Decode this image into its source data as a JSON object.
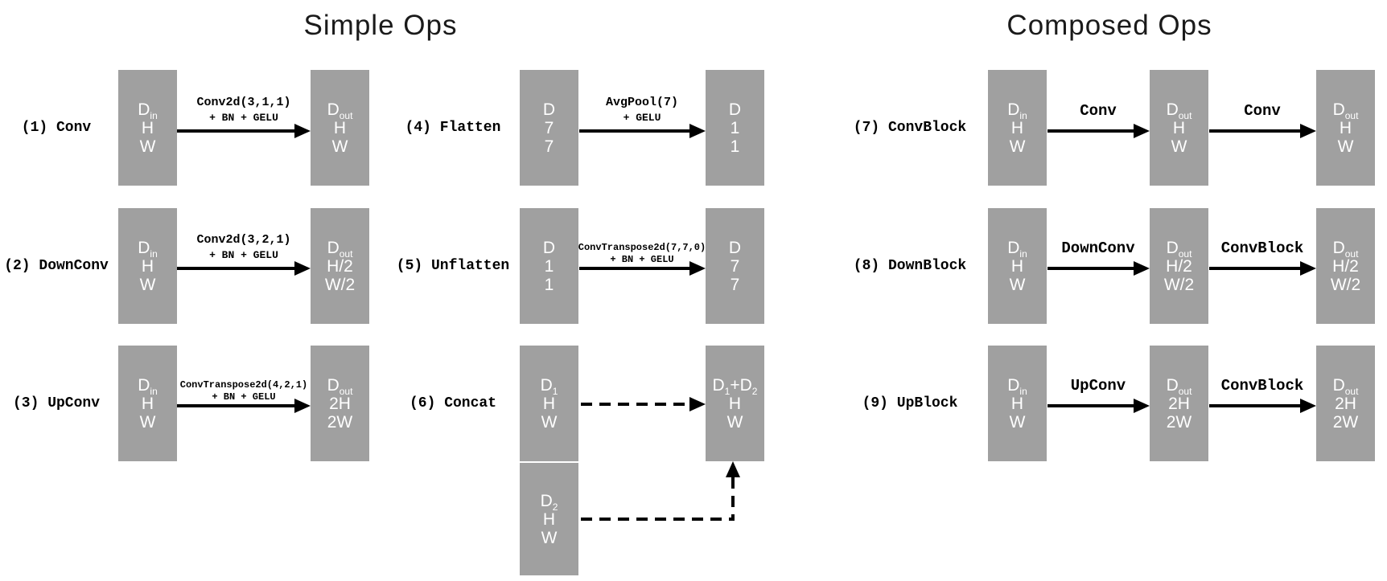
{
  "titles": {
    "simple": "Simple Ops",
    "composed": "Composed Ops"
  },
  "colors": {
    "box_fill": "#a0a0a0",
    "box_text": "#ffffff",
    "arrow": "#000000",
    "label_text": "#000000",
    "background": "#ffffff"
  },
  "ops": [
    {
      "label": "(1) Conv",
      "in": {
        "d": "D",
        "sub": "in",
        "h": "H",
        "w": "W"
      },
      "arrow": {
        "l1": "Conv2d(3,1,1)",
        "l2": "+ BN + GELU"
      },
      "out": {
        "d": "D",
        "sub": "out",
        "h": "H",
        "w": "W"
      }
    },
    {
      "label": "(2) DownConv",
      "in": {
        "d": "D",
        "sub": "in",
        "h": "H",
        "w": "W"
      },
      "arrow": {
        "l1": "Conv2d(3,2,1)",
        "l2": "+ BN + GELU"
      },
      "out": {
        "d": "D",
        "sub": "out",
        "h": "H/2",
        "w": "W/2"
      }
    },
    {
      "label": "(3) UpConv",
      "in": {
        "d": "D",
        "sub": "in",
        "h": "H",
        "w": "W"
      },
      "arrow": {
        "l1": "ConvTranspose2d(4,2,1)",
        "l2": "+ BN + GELU"
      },
      "out": {
        "d": "D",
        "sub": "out",
        "h": "2H",
        "w": "2W"
      }
    },
    {
      "label": "(4) Flatten",
      "in": {
        "d": "D",
        "h": "7",
        "w": "7"
      },
      "arrow": {
        "l1": "AvgPool(7)",
        "l2": "+ GELU"
      },
      "out": {
        "d": "D",
        "h": "1",
        "w": "1"
      }
    },
    {
      "label": "(5) Unflatten",
      "in": {
        "d": "D",
        "h": "1",
        "w": "1"
      },
      "arrow": {
        "l1": "ConvTranspose2d(7,7,0)",
        "l2": "+ BN + GELU"
      },
      "out": {
        "d": "D",
        "h": "7",
        "w": "7"
      }
    },
    {
      "label": "(6) Concat",
      "in1": {
        "d": "D",
        "sub": "1",
        "h": "H",
        "w": "W"
      },
      "in2": {
        "d": "D",
        "sub": "2",
        "h": "H",
        "w": "W"
      },
      "out": {
        "d": "D",
        "sub": "1",
        "d2": "+D",
        "sub2": "2",
        "h": "H",
        "w": "W"
      }
    },
    {
      "label": "(7) ConvBlock",
      "in": {
        "d": "D",
        "sub": "in",
        "h": "H",
        "w": "W"
      },
      "arrow1": {
        "l1": "Conv"
      },
      "mid": {
        "d": "D",
        "sub": "out",
        "h": "H",
        "w": "W"
      },
      "arrow2": {
        "l1": "Conv"
      },
      "out": {
        "d": "D",
        "sub": "out",
        "h": "H",
        "w": "W"
      }
    },
    {
      "label": "(8) DownBlock",
      "in": {
        "d": "D",
        "sub": "in",
        "h": "H",
        "w": "W"
      },
      "arrow1": {
        "l1": "DownConv"
      },
      "mid": {
        "d": "D",
        "sub": "out",
        "h": "H/2",
        "w": "W/2"
      },
      "arrow2": {
        "l1": "ConvBlock"
      },
      "out": {
        "d": "D",
        "sub": "out",
        "h": "H/2",
        "w": "W/2"
      }
    },
    {
      "label": "(9) UpBlock",
      "in": {
        "d": "D",
        "sub": "in",
        "h": "H",
        "w": "W"
      },
      "arrow1": {
        "l1": "UpConv"
      },
      "mid": {
        "d": "D",
        "sub": "out",
        "h": "2H",
        "w": "2W"
      },
      "arrow2": {
        "l1": "ConvBlock"
      },
      "out": {
        "d": "D",
        "sub": "out",
        "h": "2H",
        "w": "2W"
      }
    }
  ]
}
